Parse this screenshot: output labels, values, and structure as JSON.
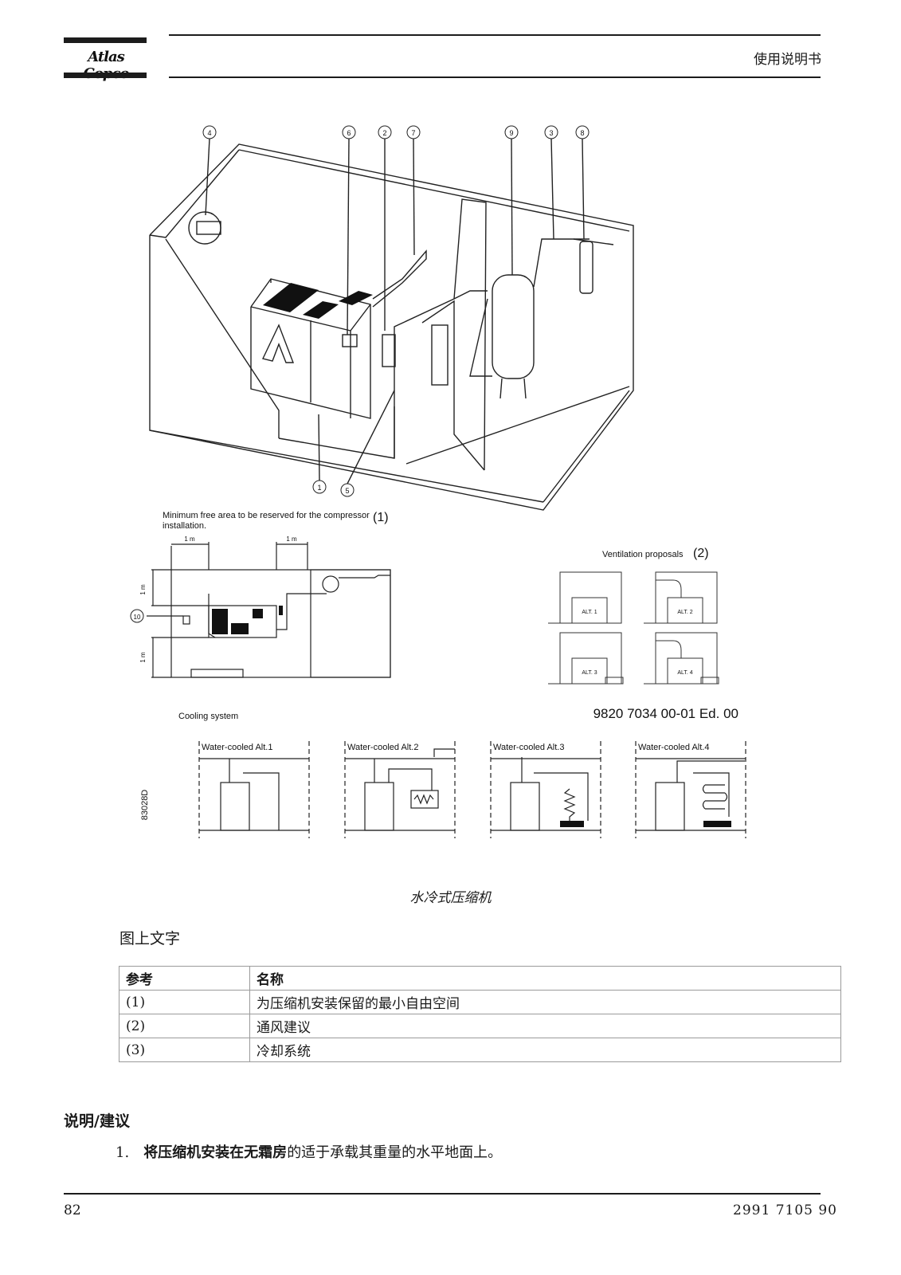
{
  "header": {
    "brand": "Atlas Copco",
    "doc_title": "使用说明书"
  },
  "figure": {
    "callouts": [
      "4",
      "6",
      "2",
      "7",
      "9",
      "3",
      "8",
      "1",
      "5",
      "10"
    ],
    "room_label_1": "Minimum free area to be reserved for the compressor",
    "room_label_2": "installation.",
    "room_ref": "(1)",
    "dim_1m": "1 m",
    "ventilation_label": "Ventilation proposals",
    "ventilation_ref": "(2)",
    "alt_labels": [
      "ALT. 1",
      "ALT. 2",
      "ALT. 3",
      "ALT. 4"
    ],
    "cooling_label": "Cooling system",
    "figure_id": "9820 7034 00-01 Ed. 00",
    "side_code": "83028D",
    "water_cooled": [
      "Water-cooled Alt.1",
      "Water-cooled Alt.2",
      "Water-cooled Alt.3",
      "Water-cooled Alt.4"
    ]
  },
  "caption": "水冷式压缩机",
  "section_heading": "图上文字",
  "legend_table": {
    "headers": [
      "参考",
      "名称"
    ],
    "rows": [
      [
        "(1)",
        "为压缩机安装保留的最小自由空间"
      ],
      [
        "(2)",
        "通风建议"
      ],
      [
        "(3)",
        "冷却系统"
      ]
    ]
  },
  "notes": {
    "heading": "说明/建议",
    "steps": [
      {
        "num": "1.",
        "bold": "将压缩机安装在无霜房",
        "rest": "的适于承载其重量的水平地面上。"
      }
    ]
  },
  "footer": {
    "page_number": "82",
    "doc_number": "2991 7105 90"
  }
}
